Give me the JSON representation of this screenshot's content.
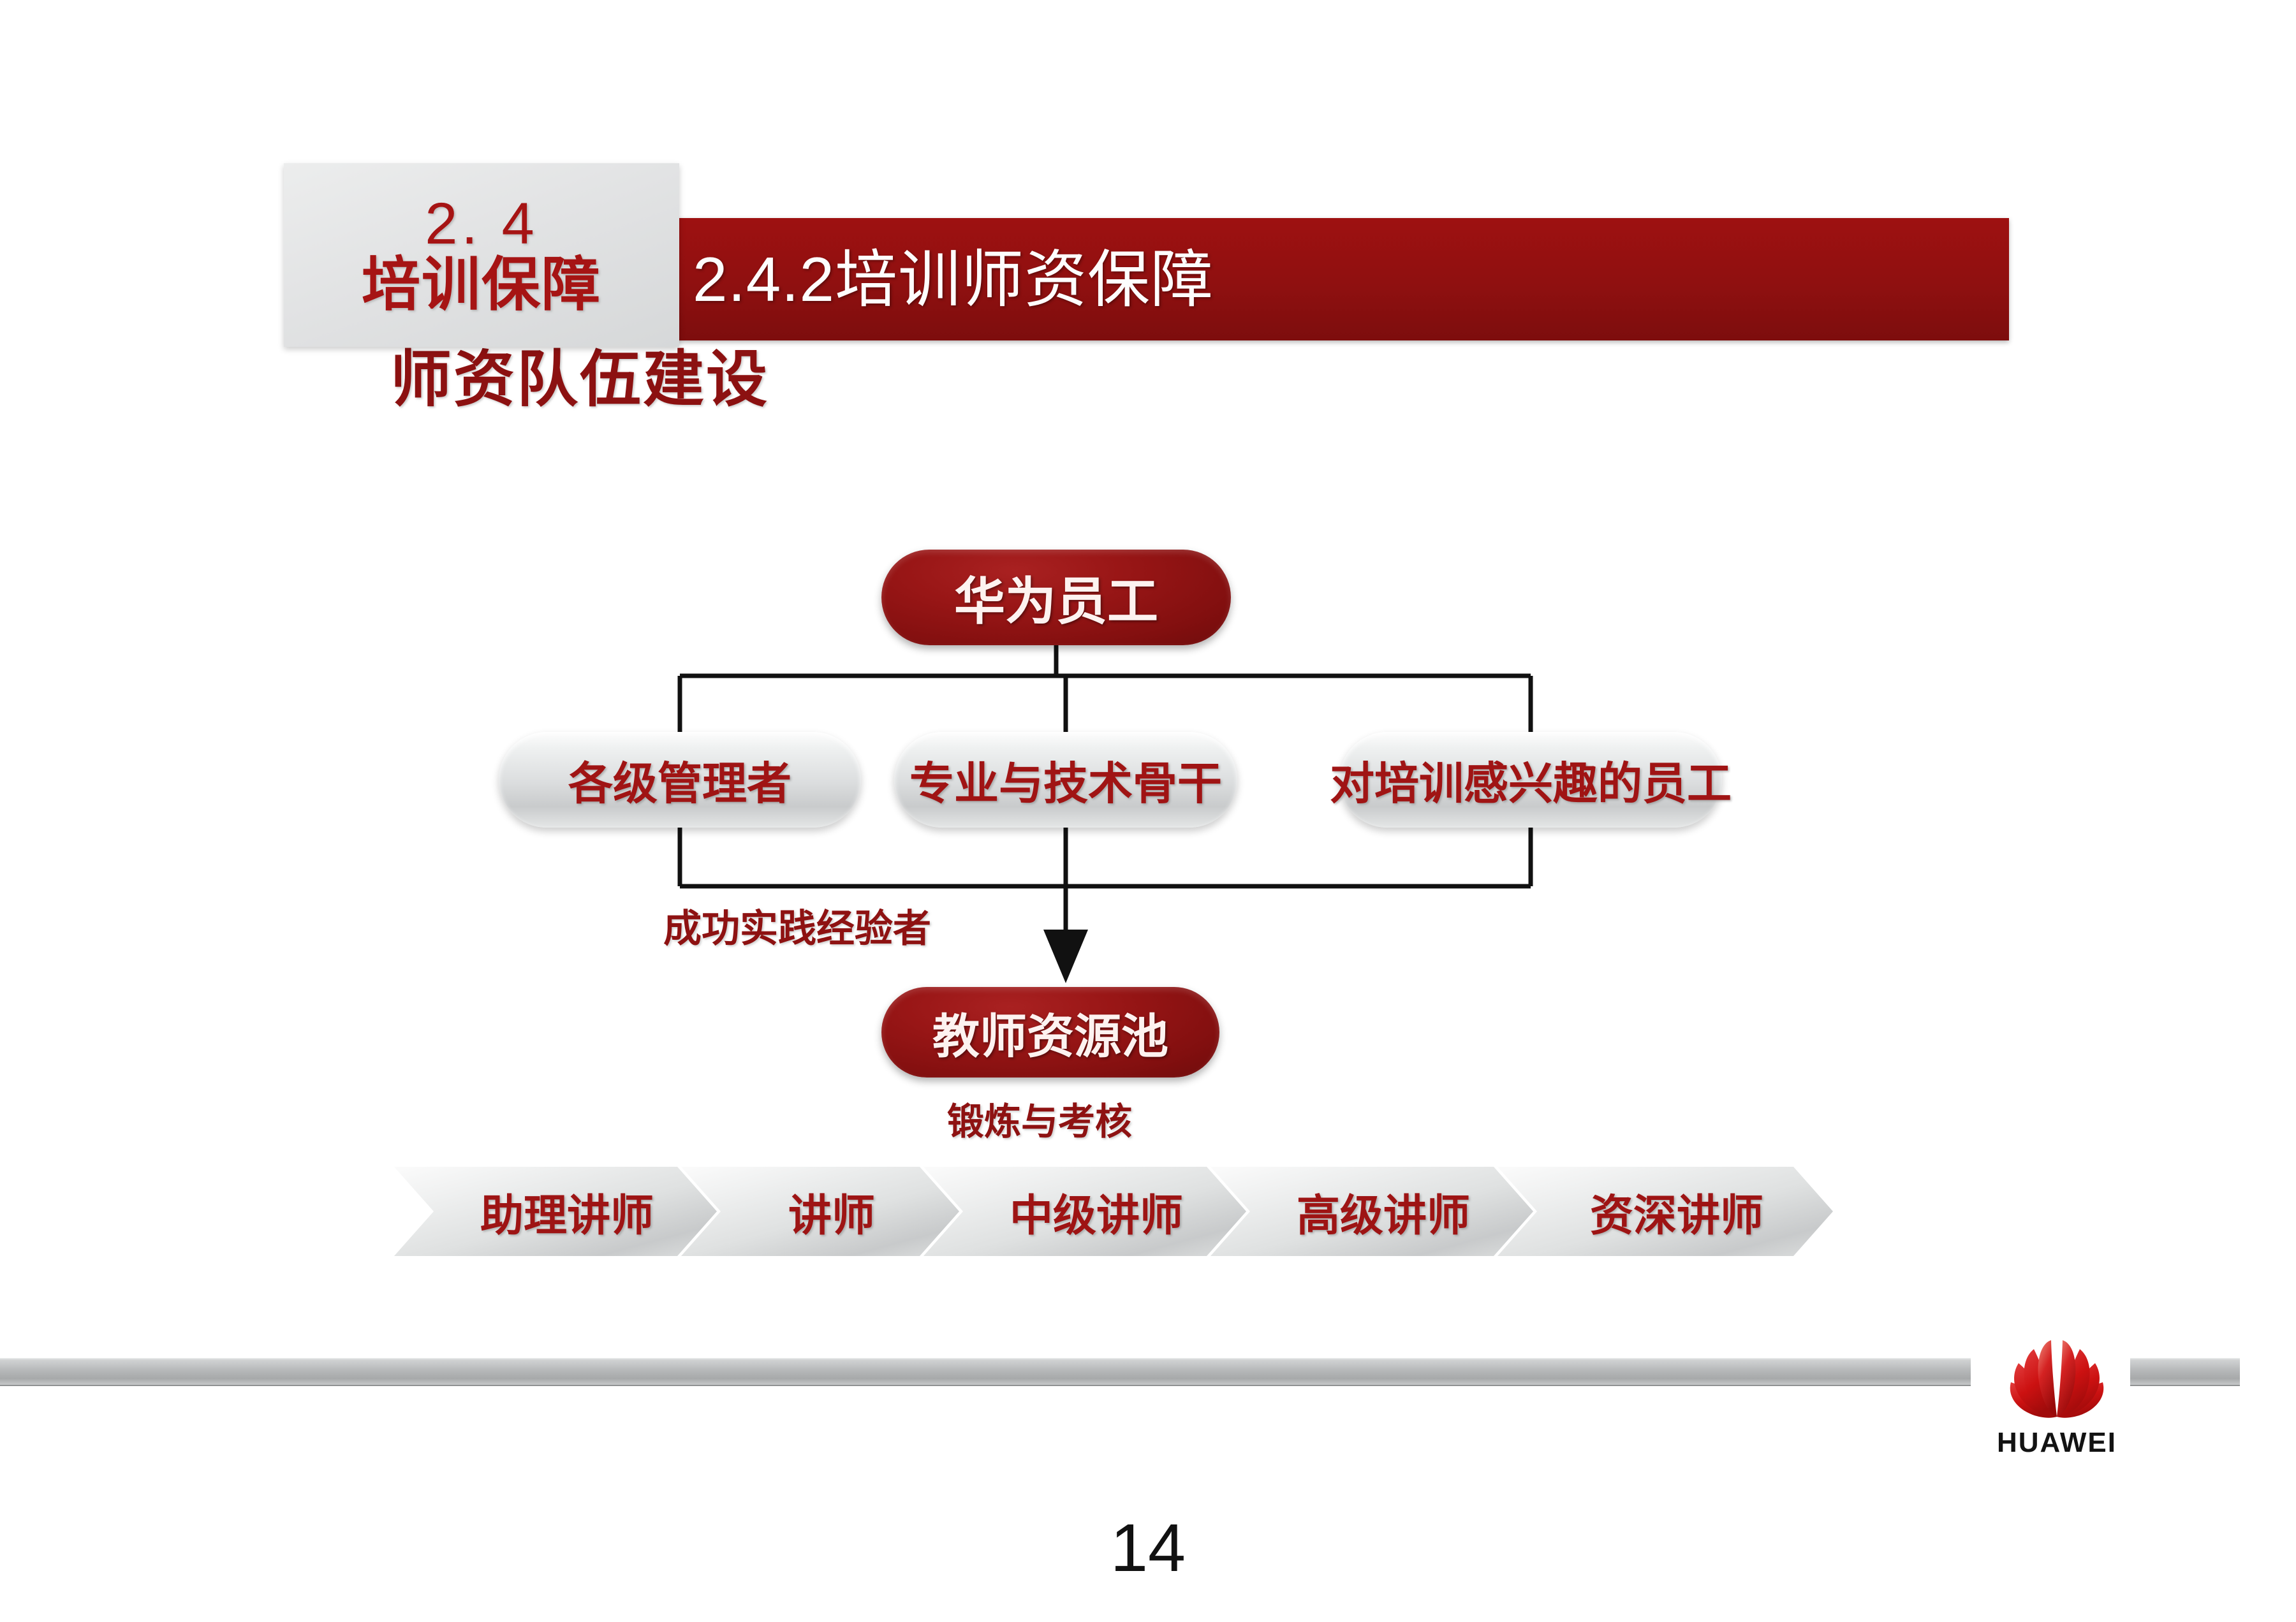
{
  "slide": {
    "page_number": "14",
    "section_tag": {
      "number": "2. 4",
      "label": "培训保障"
    },
    "header_title": "2.4.2培训师资保障",
    "subtitle": "师资队伍建设"
  },
  "colors": {
    "brand_red": "#8f1010",
    "node_red": "#991616",
    "text_red": "#a01414",
    "gray_panel": "#e2e3e4",
    "footer_gray": "#b8babb"
  },
  "diagram": {
    "top_node": "华为员工",
    "source_nodes": [
      "各级管理者",
      "专业与技术骨干",
      "对培训感兴趣的员工"
    ],
    "edge_label_experience": "成功实践经验者",
    "pool_node": "教师资源池",
    "edge_label_training": "锻炼与考核",
    "levels": [
      "助理讲师",
      "讲师",
      "中级讲师",
      "高级讲师",
      "资深讲师"
    ]
  },
  "branding": {
    "wordmark": "HUAWEI"
  }
}
